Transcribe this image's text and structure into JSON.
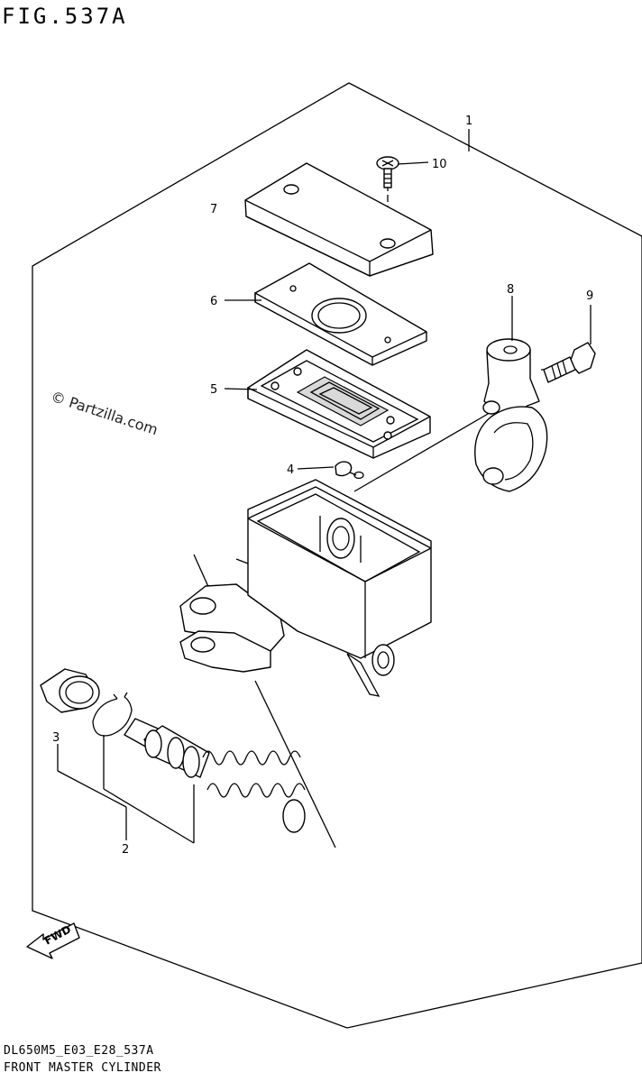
{
  "figure_label": "FIG.537A",
  "drawing_code": "DL650M5_E03_E28_537A",
  "caption": "FRONT MASTER CYLINDER",
  "watermark": "© Partzilla.com",
  "fwd_label": "FWD",
  "callouts": [
    {
      "id": "callout-1",
      "label": "1"
    },
    {
      "id": "callout-2",
      "label": "2"
    },
    {
      "id": "callout-3",
      "label": "3"
    },
    {
      "id": "callout-4",
      "label": "4"
    },
    {
      "id": "callout-5",
      "label": "5"
    },
    {
      "id": "callout-6",
      "label": "6"
    },
    {
      "id": "callout-7",
      "label": "7"
    },
    {
      "id": "callout-8",
      "label": "8"
    },
    {
      "id": "callout-9",
      "label": "9"
    },
    {
      "id": "callout-10",
      "label": "10"
    }
  ]
}
